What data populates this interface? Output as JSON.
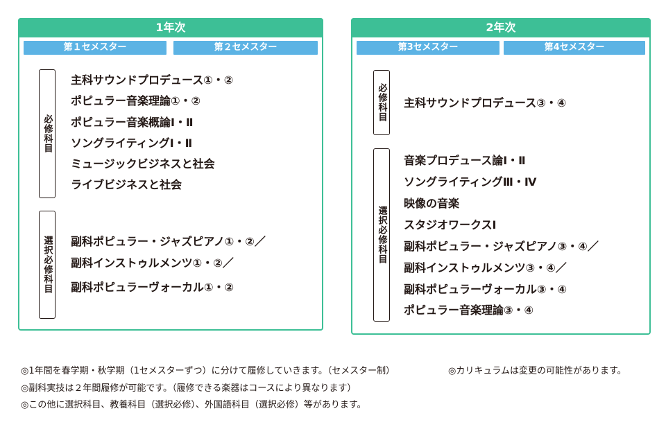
{
  "year1": {
    "title": "1年次",
    "semesters": [
      "第１セメスター",
      "第２セメスター"
    ],
    "required_label": "必修科目",
    "required": [
      "主科サウンドプロデュース①・②",
      "ポピュラー音楽理論①・②",
      "ポピュラー音楽概論Ⅰ・Ⅱ",
      "ソングライティングⅠ・Ⅱ",
      "ミュージックビジネスと社会",
      "ライブビジネスと社会"
    ],
    "elective_label": "選択必修科目",
    "elective": [
      "副科ポピュラー・ジャズピアノ①・②／",
      "副科インストゥルメンツ①・②／",
      "副科ポピュラーヴォーカル①・②"
    ]
  },
  "year2": {
    "title": "2年次",
    "semesters": [
      "第3セメスター",
      "第4セメスター"
    ],
    "required_label": "必修科目",
    "required": [
      "主科サウンドプロデュース③・④"
    ],
    "elective_label": "選択必修科目",
    "elective": [
      "音楽プロデュース論Ⅰ・Ⅱ",
      "ソングライティングⅢ・Ⅳ",
      "映像の音楽",
      "スタジオワークスⅠ",
      "副科ポピュラー・ジャズピアノ③・④／",
      "副科インストゥルメンツ③・④／",
      "副科ポピュラーヴォーカル③・④",
      "ポピュラー音楽理論③・④"
    ]
  },
  "notes": [
    "◎1年間を春学期・秋学期（1セメスターずつ）に分けて履修していきます。（セメスター制）",
    "◎カリキュラムは変更の可能性があります。",
    "◎副科実技は２年間履修が可能です。（履修できる楽器はコースにより異なります）",
    "◎この他に選択科目、教養科目（選択必修）、外国語科目（選択必修）等があります。"
  ],
  "colors": {
    "green": "#3dbf96",
    "blue": "#5cb3e4"
  }
}
